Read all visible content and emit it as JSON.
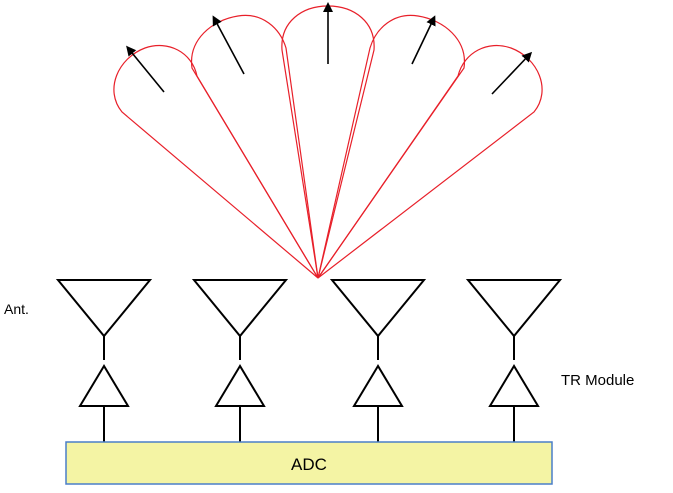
{
  "labels": {
    "antenna": "Ant.",
    "tr_module": "TR Module",
    "adc": "ADC"
  },
  "colors": {
    "beam": "#e8202a",
    "adc_fill": "#f4f4a4",
    "adc_border": "#4a7ec8",
    "line": "#000000"
  },
  "elements": {
    "antenna_count": 4,
    "beam_count": 5
  }
}
